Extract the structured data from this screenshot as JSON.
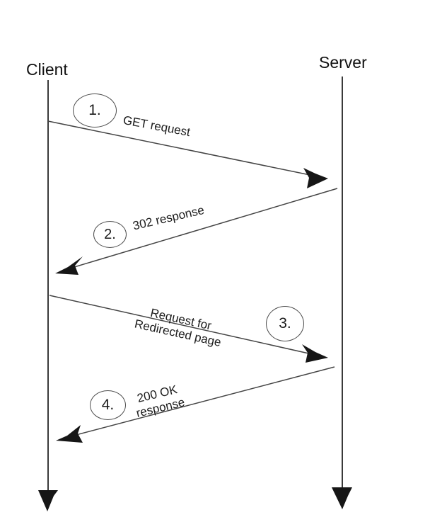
{
  "diagram": {
    "type": "sequence-diagram",
    "topic": "HTTP 302 redirect flow",
    "actors": [
      {
        "id": "client",
        "name": "Client"
      },
      {
        "id": "server",
        "name": "Server"
      }
    ],
    "messages": [
      {
        "step": "1.",
        "label_lines": [
          "GET request"
        ],
        "from": "Client",
        "to": "Server"
      },
      {
        "step": "2.",
        "label_lines": [
          "302 response"
        ],
        "from": "Server",
        "to": "Client"
      },
      {
        "step": "3.",
        "label_lines": [
          "Request for",
          "Redirected page"
        ],
        "from": "Client",
        "to": "Server"
      },
      {
        "step": "4.",
        "label_lines": [
          "200 OK",
          "response"
        ],
        "from": "Server",
        "to": "Client"
      }
    ],
    "colors": {
      "line": "#3a3a3a",
      "arrowhead": "#161616",
      "text": "#1a1a1a",
      "background": "#ffffff"
    }
  }
}
